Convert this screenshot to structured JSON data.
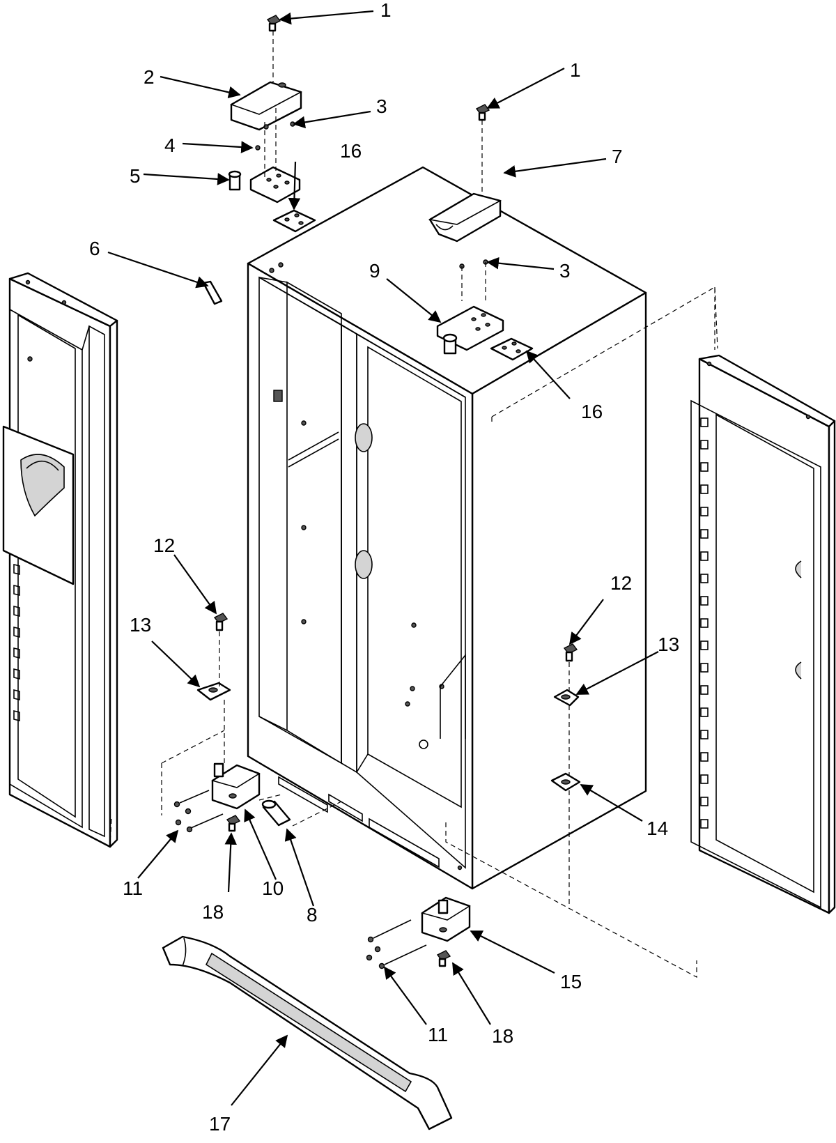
{
  "callouts": [
    {
      "id": "1a",
      "label": "1"
    },
    {
      "id": "1b",
      "label": "1"
    },
    {
      "id": "2",
      "label": "2"
    },
    {
      "id": "3a",
      "label": "3"
    },
    {
      "id": "3b",
      "label": "3"
    },
    {
      "id": "4",
      "label": "4"
    },
    {
      "id": "5",
      "label": "5"
    },
    {
      "id": "6",
      "label": "6"
    },
    {
      "id": "7",
      "label": "7"
    },
    {
      "id": "8",
      "label": "8"
    },
    {
      "id": "9",
      "label": "9"
    },
    {
      "id": "10",
      "label": "10"
    },
    {
      "id": "11a",
      "label": "11"
    },
    {
      "id": "11b",
      "label": "11"
    },
    {
      "id": "12a",
      "label": "12"
    },
    {
      "id": "12b",
      "label": "12"
    },
    {
      "id": "13a",
      "label": "13"
    },
    {
      "id": "13b",
      "label": "13"
    },
    {
      "id": "14",
      "label": "14"
    },
    {
      "id": "15",
      "label": "15"
    },
    {
      "id": "16a",
      "label": "16"
    },
    {
      "id": "16b",
      "label": "16"
    },
    {
      "id": "17",
      "label": "17"
    },
    {
      "id": "18a",
      "label": "18"
    },
    {
      "id": "18b",
      "label": "18"
    }
  ]
}
